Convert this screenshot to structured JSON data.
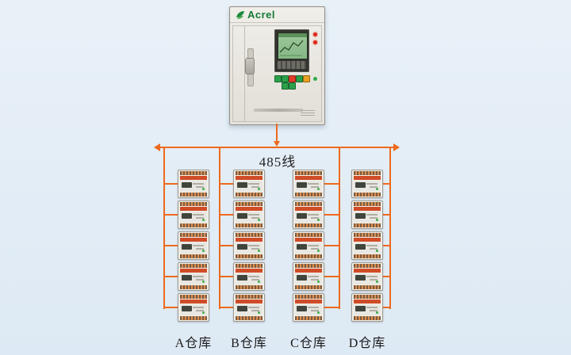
{
  "palette": {
    "background": "#e3edf6",
    "wire_orange": "#ed6a1e",
    "brand_green": "#157a36",
    "lcd_green": "#8fc18c",
    "device_band_red": "#cf4c27"
  },
  "cabinet": {
    "brand": "Acrel"
  },
  "bus": {
    "label": "485线"
  },
  "warehouses": [
    {
      "label": "A仓库"
    },
    {
      "label": "B仓库"
    },
    {
      "label": "C仓库"
    },
    {
      "label": "D仓库"
    }
  ]
}
